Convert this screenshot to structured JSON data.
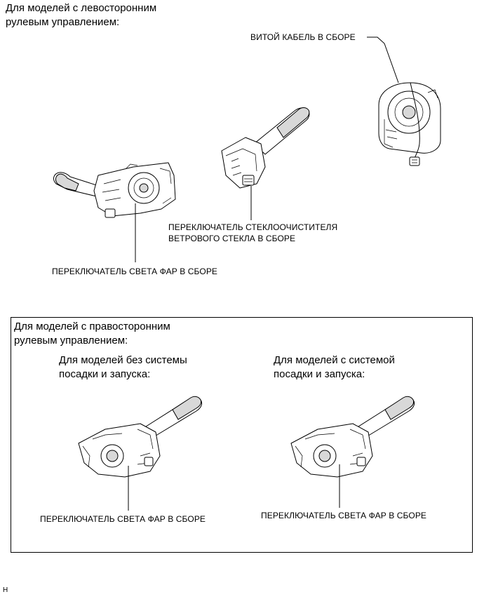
{
  "lhd": {
    "heading_line1": "Для моделей с левосторонним",
    "heading_line2": "рулевым управлением:",
    "spiral_cable_label": "ВИТОЙ КАБЕЛЬ В СБОРЕ",
    "wiper_switch_label_line1": "ПЕРЕКЛЮЧАТЕЛЬ СТЕКЛООЧИСТИТЕЛЯ",
    "wiper_switch_label_line2": "ВЕТРОВОГО СТЕКЛА В СБОРЕ",
    "headlight_switch_label": "ПЕРЕКЛЮЧАТЕЛЬ СВЕТА ФАР В СБОРЕ"
  },
  "rhd": {
    "heading_line1": "Для моделей с правосторонним",
    "heading_line2": "рулевым управлением:",
    "without_system": {
      "heading_line1": "Для моделей без системы",
      "heading_line2": "посадки и запуска:",
      "headlight_switch_label": "ПЕРЕКЛЮЧАТЕЛЬ СВЕТА ФАР В СБОРЕ"
    },
    "with_system": {
      "heading_line1": "Для моделей с системой",
      "heading_line2": "посадки и запуска:",
      "headlight_switch_label": "ПЕРЕКЛЮЧАТЕЛЬ СВЕТА ФАР В СБОРЕ"
    }
  },
  "figure_code": "H"
}
